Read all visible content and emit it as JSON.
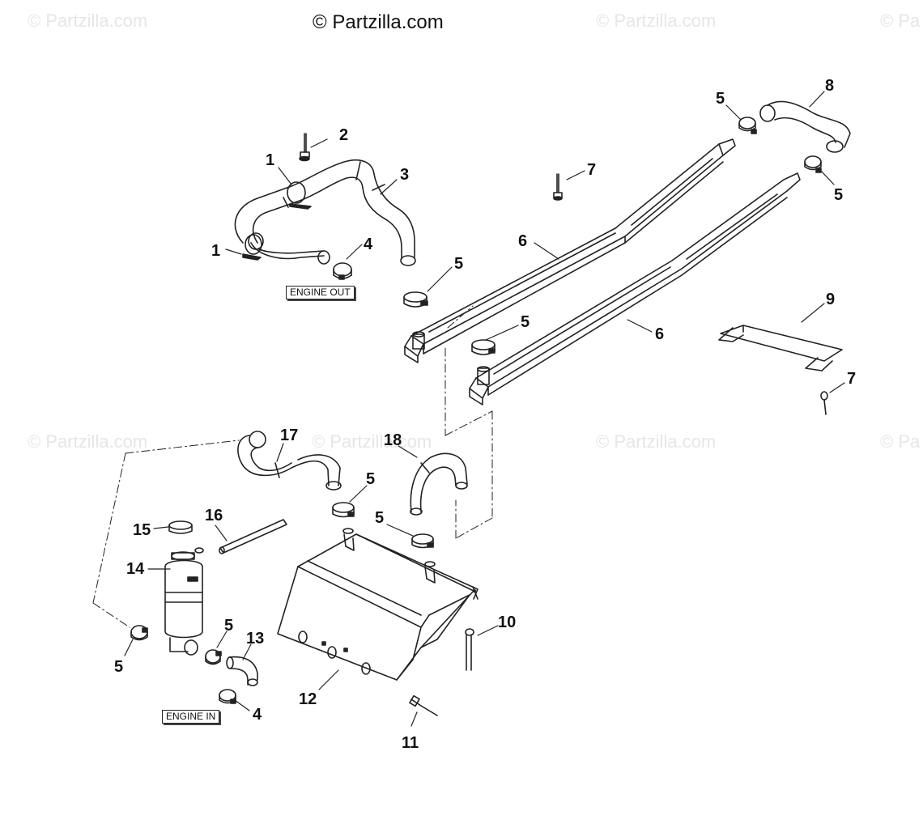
{
  "source": {
    "copyright": "© Partzilla.com",
    "watermark": "© Partzilla.com",
    "watermark_clipped": "© Pa"
  },
  "labels": {
    "engine_out": "ENGINE OUT",
    "engine_in": "ENGINE IN"
  },
  "callouts": [
    "1",
    "2",
    "1",
    "3",
    "4",
    "5",
    "6",
    "7",
    "5",
    "8",
    "5",
    "5",
    "6",
    "9",
    "7",
    "17",
    "18",
    "5",
    "5",
    "16",
    "15",
    "14",
    "5",
    "13",
    "5",
    "4",
    "12",
    "11",
    "10"
  ],
  "colors": {
    "line": "#222222",
    "background": "#ffffff",
    "watermark": "#e6e6e6"
  }
}
